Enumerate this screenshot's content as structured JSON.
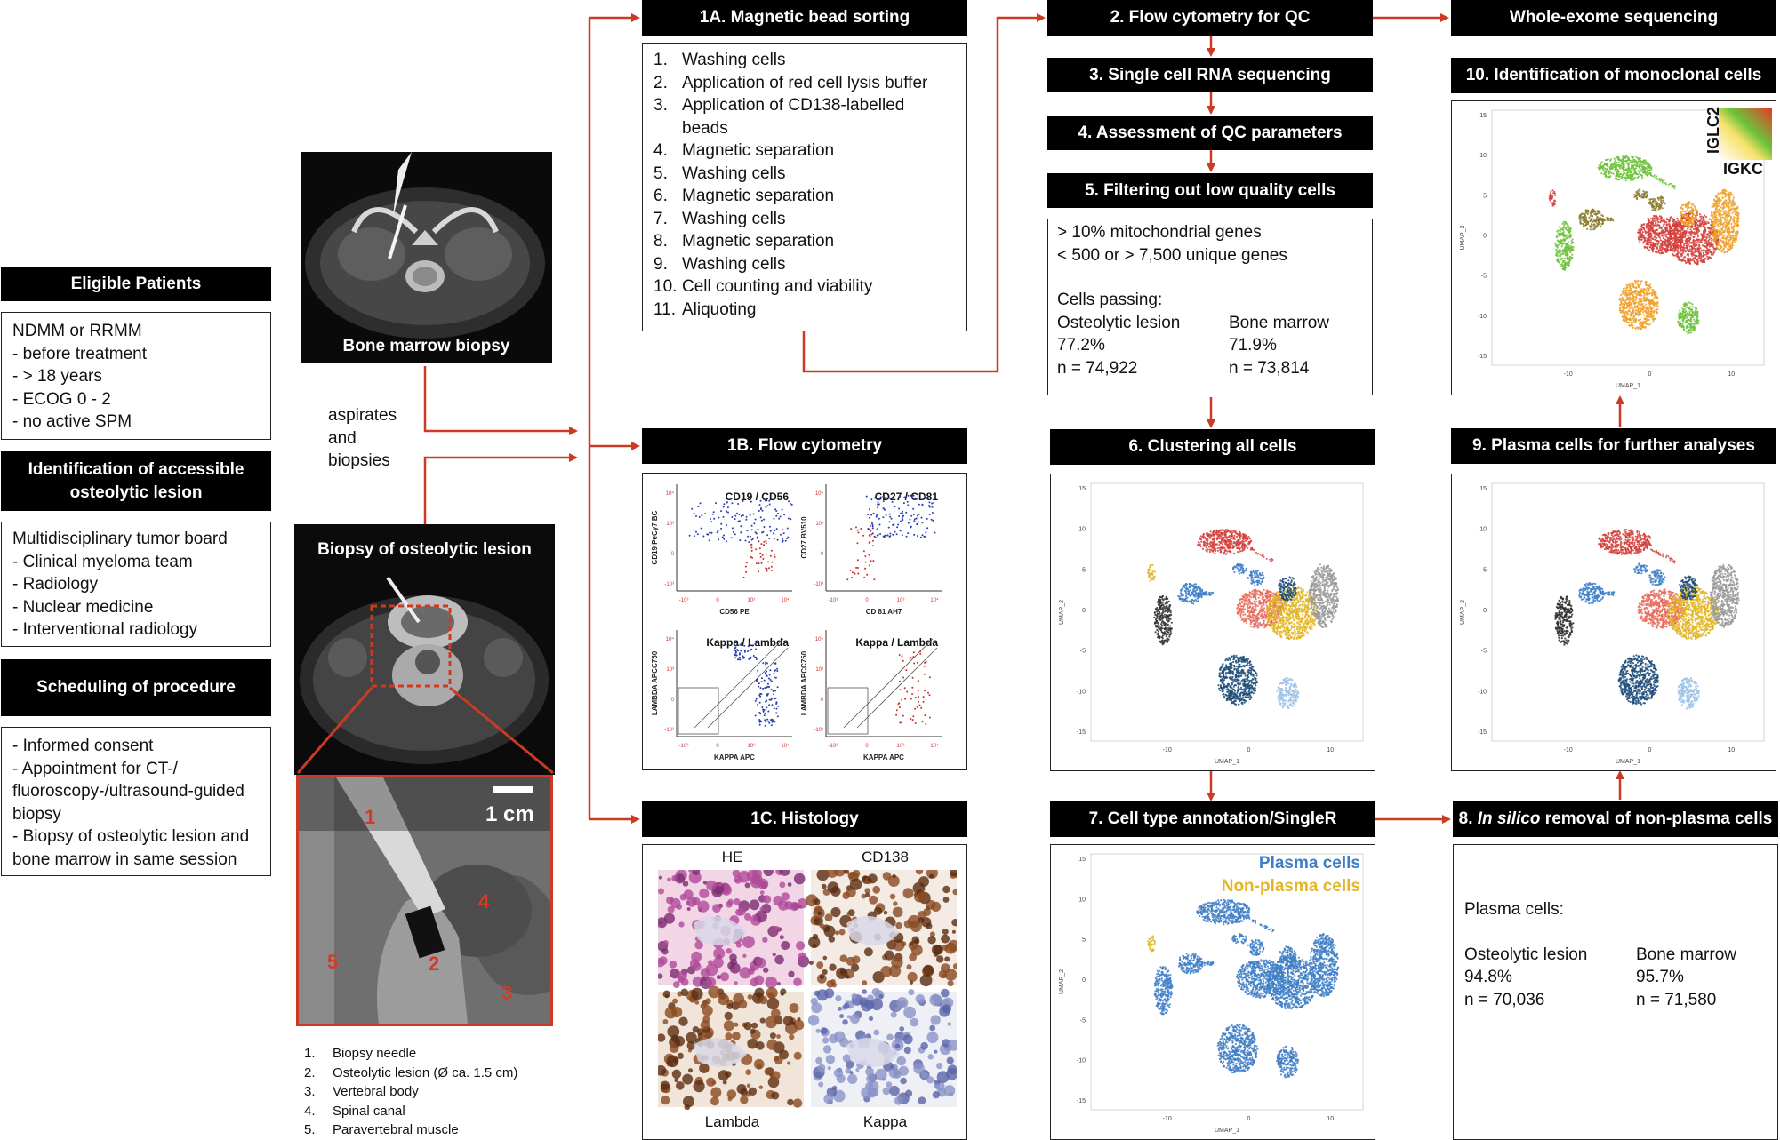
{
  "left": {
    "eligible_title": "Eligible Patients",
    "eligible_items": [
      "NDMM or RRMM",
      "- before treatment",
      "-  > 18 years",
      "- ECOG 0 - 2",
      "- no active SPM"
    ],
    "identification_title": "Identification of accessible osteolytic lesion",
    "identification_items": [
      "Multidisciplinary tumor board",
      "- Clinical myeloma team",
      "- Radiology",
      "- Nuclear medicine",
      "- Interventional radiology"
    ],
    "scheduling_title": "Scheduling of procedure",
    "scheduling_items": [
      "- Informed consent",
      "- Appointment for CT-/ fluoroscopy-/ultrasound-guided biopsy",
      "- Biopsy of osteolytic lesion and bone marrow in same session"
    ]
  },
  "images": {
    "bone_marrow_label": "Bone marrow biopsy",
    "osteolytic_label": "Biopsy of osteolytic lesion",
    "aspirates_label": [
      "aspirates",
      "and",
      "biopsies"
    ],
    "scale_label": "1 cm",
    "ct_markers": [
      "1",
      "2",
      "3",
      "4",
      "5"
    ],
    "legend": [
      {
        "num": "1.",
        "text": "Biopsy needle"
      },
      {
        "num": "2.",
        "text": "Osteolytic lesion (Ø ca. 1.5 cm)"
      },
      {
        "num": "3.",
        "text": "Vertebral body"
      },
      {
        "num": "4.",
        "text": "Spinal canal"
      },
      {
        "num": "5.",
        "text": "Paravertebral muscle"
      }
    ]
  },
  "col2": {
    "magnetic_title": "1A. Magnetic bead sorting",
    "magnetic_steps": [
      {
        "num": "1.",
        "text": "Washing cells"
      },
      {
        "num": "2.",
        "text": "Application of red cell lysis buffer"
      },
      {
        "num": "3.",
        "text": "Application of CD138-labelled beads"
      },
      {
        "num": "4.",
        "text": "Magnetic separation"
      },
      {
        "num": "5.",
        "text": "Washing cells"
      },
      {
        "num": "6.",
        "text": "Magnetic separation"
      },
      {
        "num": "7.",
        "text": "Washing cells"
      },
      {
        "num": "8.",
        "text": "Magnetic separation"
      },
      {
        "num": "9.",
        "text": "Washing cells"
      },
      {
        "num": "10.",
        "text": "Cell counting and viability"
      },
      {
        "num": "11.",
        "text": "Aliquoting"
      }
    ],
    "flow_title": "1B. Flow cytometry",
    "flow_plots": [
      {
        "title": "CD19 / CD56",
        "xlabel": "CD56 PE",
        "ylabel": "CD19 PeCy7 BC"
      },
      {
        "title": "CD27 / CD81",
        "xlabel": "CD 81 AH7",
        "ylabel": "CD27 BV510"
      },
      {
        "title": "Kappa / Lambda",
        "xlabel": "KAPPA APC",
        "ylabel": "LAMBDA APCC750"
      },
      {
        "title": "Kappa / Lambda",
        "xlabel": "KAPPA APC",
        "ylabel": "LAMBDA APCC750"
      }
    ],
    "flow_ticks": [
      "-10³",
      "0",
      "10³",
      "10⁴"
    ],
    "histology_title": "1C. Histology",
    "histology_labels": [
      "HE",
      "CD138",
      "Lambda",
      "Kappa"
    ]
  },
  "col3": {
    "flow_qc_title": "2. Flow cytometry for QC",
    "scrna_title": "3. Single cell RNA sequencing",
    "qc_params_title": "4. Assessment of QC parameters",
    "filtering_title": "5. Filtering out low quality cells",
    "filtering_lines": [
      "> 10% mitochondrial genes",
      "< 500 or > 7,500 unique genes"
    ],
    "cells_passing_label": "Cells passing:",
    "passing": [
      {
        "name": "Osteolytic lesion",
        "pct": "77.2%",
        "n": "n = 74,922"
      },
      {
        "name": "Bone marrow",
        "pct": "71.9%",
        "n": "n = 73,814"
      }
    ],
    "clustering_title": "6. Clustering all cells",
    "annotation_title": "7. Cell type annotation/SingleR",
    "annotation_legend": [
      "Plasma cells",
      "Non-plasma cells"
    ]
  },
  "col4": {
    "wes_title": "Whole-exome sequencing",
    "monoclonal_title": "10. Identification of monoclonal cells",
    "monoclonal_legend": [
      "IGLC2",
      "IGKC"
    ],
    "plasma_title": "9. Plasma cells for further analyses",
    "removal_prefix": "8. ",
    "removal_italic": "In silico",
    "removal_suffix": " removal of non-plasma cells",
    "plasma_cells_label": "Plasma cells:",
    "plasma_stats": [
      {
        "name": "Osteolytic lesion",
        "pct": "94.8%",
        "n": "n = 70,036"
      },
      {
        "name": "Bone marrow",
        "pct": "95.7%",
        "n": "n = 71,580"
      }
    ]
  },
  "umap": {
    "xlabel": "UMAP_1",
    "ylabel": "UMAP_2",
    "xticks": [
      "-10",
      "0",
      "10"
    ],
    "yticks": [
      "15",
      "10",
      "5",
      "0",
      "-5",
      "-10",
      "-15"
    ]
  },
  "colors": {
    "arrow": "#cc3a24",
    "plasma": "#3f7fc7",
    "nonplasma": "#e2b624",
    "header": "#000000"
  }
}
